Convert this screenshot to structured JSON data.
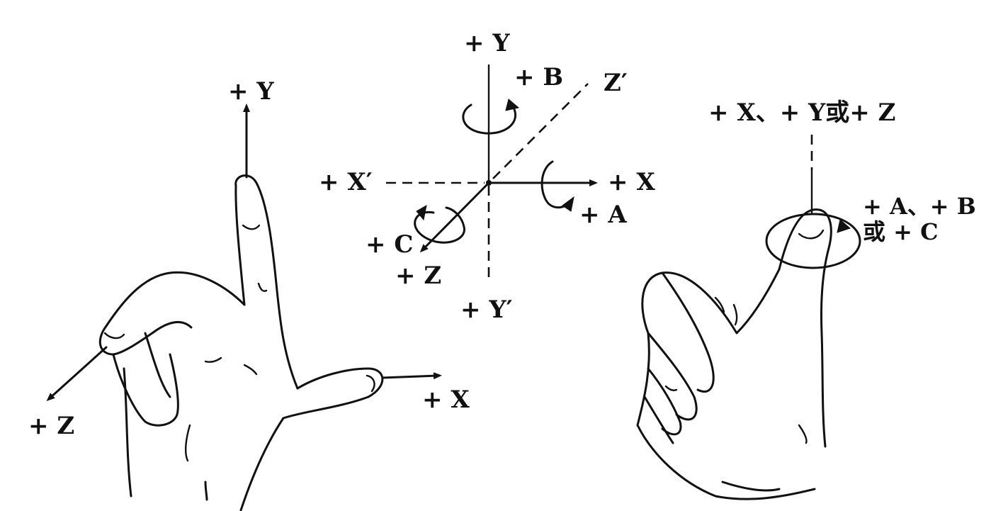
{
  "left_hand": {
    "label_y": "+ Y",
    "label_x": "+ X",
    "label_z": "+ Z"
  },
  "center_axes": {
    "label_y_pos": "+ Y",
    "label_b": "+ B",
    "label_z_prime": "Z′",
    "label_x_prime": "+ X′",
    "label_x_pos": "+ X",
    "label_a": "+ A",
    "label_c": "+ C",
    "label_z_pos": "+ Z",
    "label_y_prime": "+ Y′"
  },
  "right_hand": {
    "label_axis": "+ X、+ Y或+ Z",
    "label_rot_line1": "+ A、+ B",
    "label_rot_line2": "或 + C"
  }
}
